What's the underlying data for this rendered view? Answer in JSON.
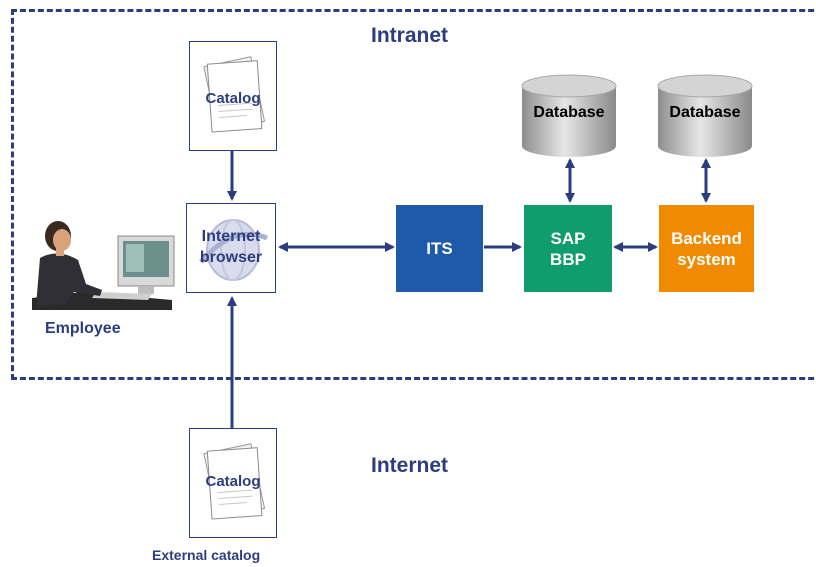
{
  "zones": {
    "intranet": "Intranet",
    "internet": "Internet"
  },
  "nodes": {
    "catalog_internal": "Catalog",
    "catalog_external": "Catalog",
    "browser_line1": "Internet",
    "browser_line2": "browser",
    "its": "ITS",
    "sap_line1": "SAP",
    "sap_line2": "BBP",
    "backend_line1": "Backend",
    "backend_line2": "system",
    "database_1": "Database",
    "database_2": "Database"
  },
  "captions": {
    "employee": "Employee",
    "external_catalog": "External catalog"
  },
  "colors": {
    "frame": "#2b3d7f",
    "its": "#1f5aa8",
    "sap_bbp": "#0f9d6e",
    "backend": "#f08a00",
    "database": "#b0b0b0"
  }
}
